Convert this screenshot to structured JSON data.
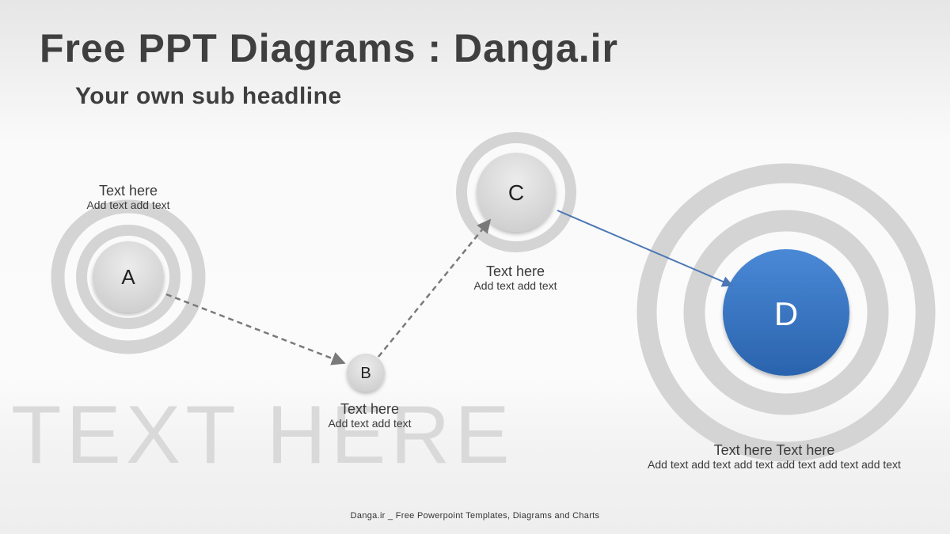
{
  "header": {
    "title": "Free PPT Diagrams : Danga.ir",
    "subtitle": "Your own sub headline"
  },
  "watermark": "TEXT HERE",
  "nodes": [
    {
      "label": "A",
      "title": "Text here",
      "text": "Add text add text"
    },
    {
      "label": "B",
      "title": "Text here",
      "text": "Add text add text"
    },
    {
      "label": "C",
      "title": "Text here",
      "text": "Add text add text"
    },
    {
      "label": "D",
      "title": "Text here Text here",
      "text": "Add text add text add text add text add text add text"
    }
  ],
  "connectors": [
    {
      "from": "A",
      "to": "B",
      "style": "dashed"
    },
    {
      "from": "B",
      "to": "C",
      "style": "dashed"
    },
    {
      "from": "C",
      "to": "D",
      "style": "solid"
    }
  ],
  "colors": {
    "ring": "#d4d4d4",
    "node_fill": "#dcdcdc",
    "highlight_node": "#3a78c4",
    "dashed_arrow": "#7a7a7a",
    "solid_arrow": "#4a77b4"
  },
  "footer": "Danga.ir _ Free Powerpoint Templates, Diagrams and Charts"
}
